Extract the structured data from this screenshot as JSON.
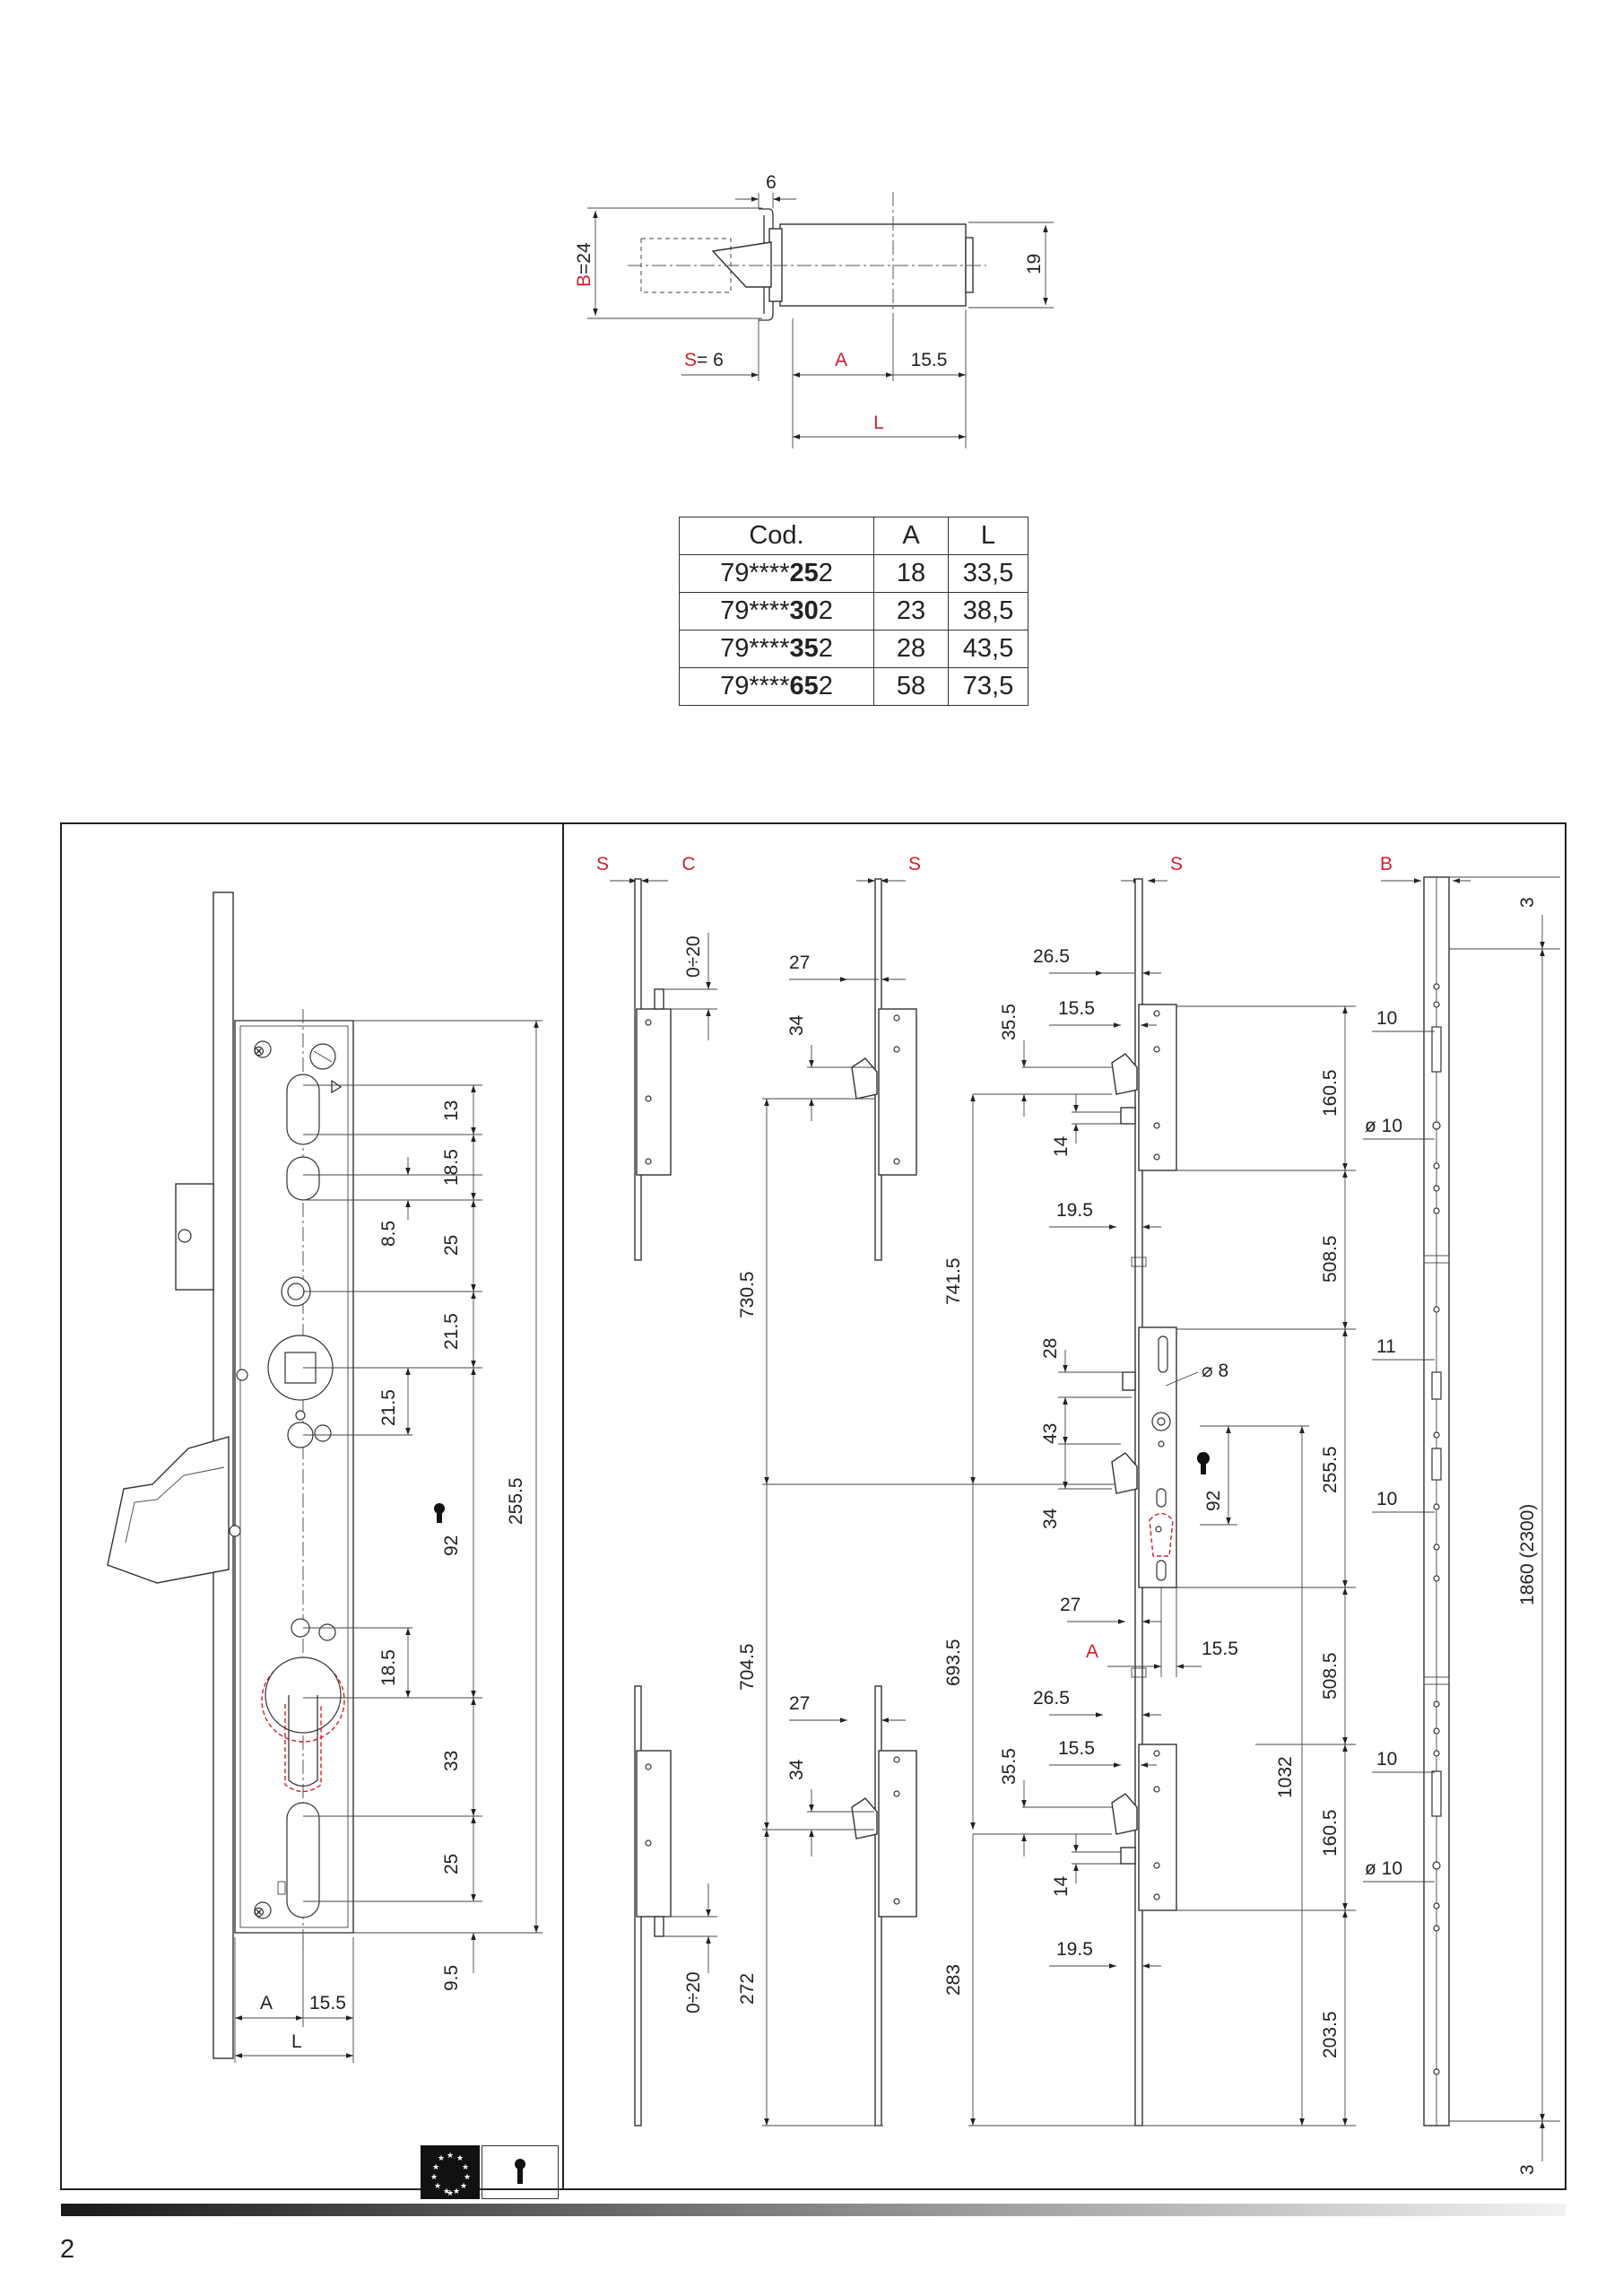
{
  "top_drawing": {
    "dim_6": "6",
    "dim_b24_prefix": "B",
    "dim_b24_suffix": "=24",
    "dim_19": "19",
    "dim_s_prefix": "S",
    "dim_s_suffix": "= 6",
    "dim_a": "A",
    "dim_155": "15.5",
    "dim_l": "L"
  },
  "code_table": {
    "headers": [
      "Cod.",
      "A",
      "L"
    ],
    "rows": [
      {
        "prefix": "79****",
        "bold": "25",
        "suffix": "2",
        "a": "18",
        "l": "33,5"
      },
      {
        "prefix": "79****",
        "bold": "30",
        "suffix": "2",
        "a": "23",
        "l": "38,5"
      },
      {
        "prefix": "79****",
        "bold": "35",
        "suffix": "2",
        "a": "28",
        "l": "43,5"
      },
      {
        "prefix": "79****",
        "bold": "65",
        "suffix": "2",
        "a": "58",
        "l": "73,5"
      }
    ]
  },
  "left_panel": {
    "dims": [
      "13",
      "18.5",
      "8.5",
      "25",
      "21.5",
      "21.5",
      "255.5",
      "92",
      "18.5",
      "33",
      "25",
      "9.5"
    ],
    "bottom_a": "A",
    "bottom_155": "15.5",
    "bottom_l": "L"
  },
  "right_panel": {
    "labels": {
      "s1": "S",
      "c1": "C",
      "s2": "S",
      "s3": "S",
      "b1": "B",
      "a_red": "A"
    },
    "col1": [
      "0÷20",
      "0÷20"
    ],
    "col2": [
      "27",
      "34",
      "730.5",
      "704.5",
      "27",
      "34",
      "272"
    ],
    "col3": [
      "26.5",
      "15.5",
      "35.5",
      "14",
      "19.5",
      "741.5",
      "28",
      "43",
      "34",
      "27",
      "693.5",
      "26.5",
      "15.5",
      "35.5",
      "14",
      "19.5",
      "283"
    ],
    "col4": [
      "⌀ 8",
      "92",
      "15.5",
      "1032"
    ],
    "col5": [
      "160.5",
      "508.5",
      "255.5",
      "508.5",
      "160.5",
      "203.5"
    ],
    "col6": [
      "3",
      "10",
      "ø 10",
      "11",
      "10",
      "10",
      "ø 10",
      "1860 (2300)",
      "3"
    ]
  },
  "page_number": "2"
}
